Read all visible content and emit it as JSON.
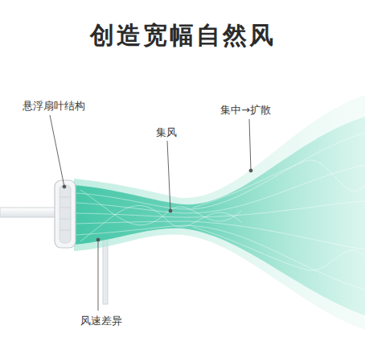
{
  "diagram": {
    "title": "创造宽幅自然风",
    "labels": [
      "悬浮扇叶结构",
      "集风",
      "集中→扩散",
      "风速差异"
    ]
  }
}
